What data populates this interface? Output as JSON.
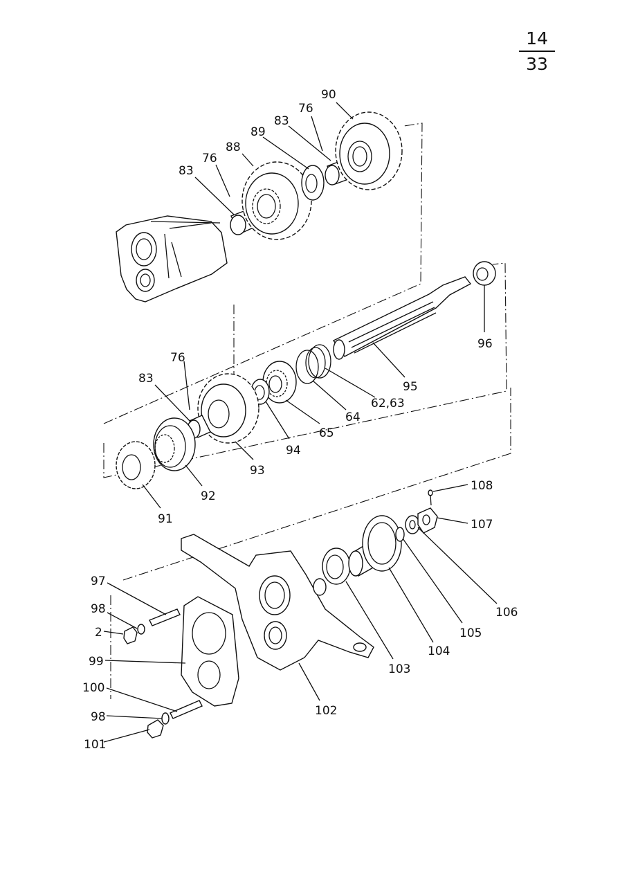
{
  "page_number": {
    "top": "14",
    "bottom": "33"
  },
  "labels": {
    "l90": "90",
    "l76a": "76",
    "l83a": "83",
    "l89": "89",
    "l88": "88",
    "l76b": "76",
    "l83b": "83",
    "l96": "96",
    "l76c": "76",
    "l83c": "83",
    "l95": "95",
    "l6263": "62,63",
    "l64": "64",
    "l65": "65",
    "l94": "94",
    "l93": "93",
    "l92": "92",
    "l91": "91",
    "l108": "108",
    "l107": "107",
    "l106": "106",
    "l105": "105",
    "l104": "104",
    "l103": "103",
    "l102": "102",
    "l97": "97",
    "l98a": "98",
    "l2": "2",
    "l99": "99",
    "l100": "100",
    "l98b": "98",
    "l101": "101"
  }
}
